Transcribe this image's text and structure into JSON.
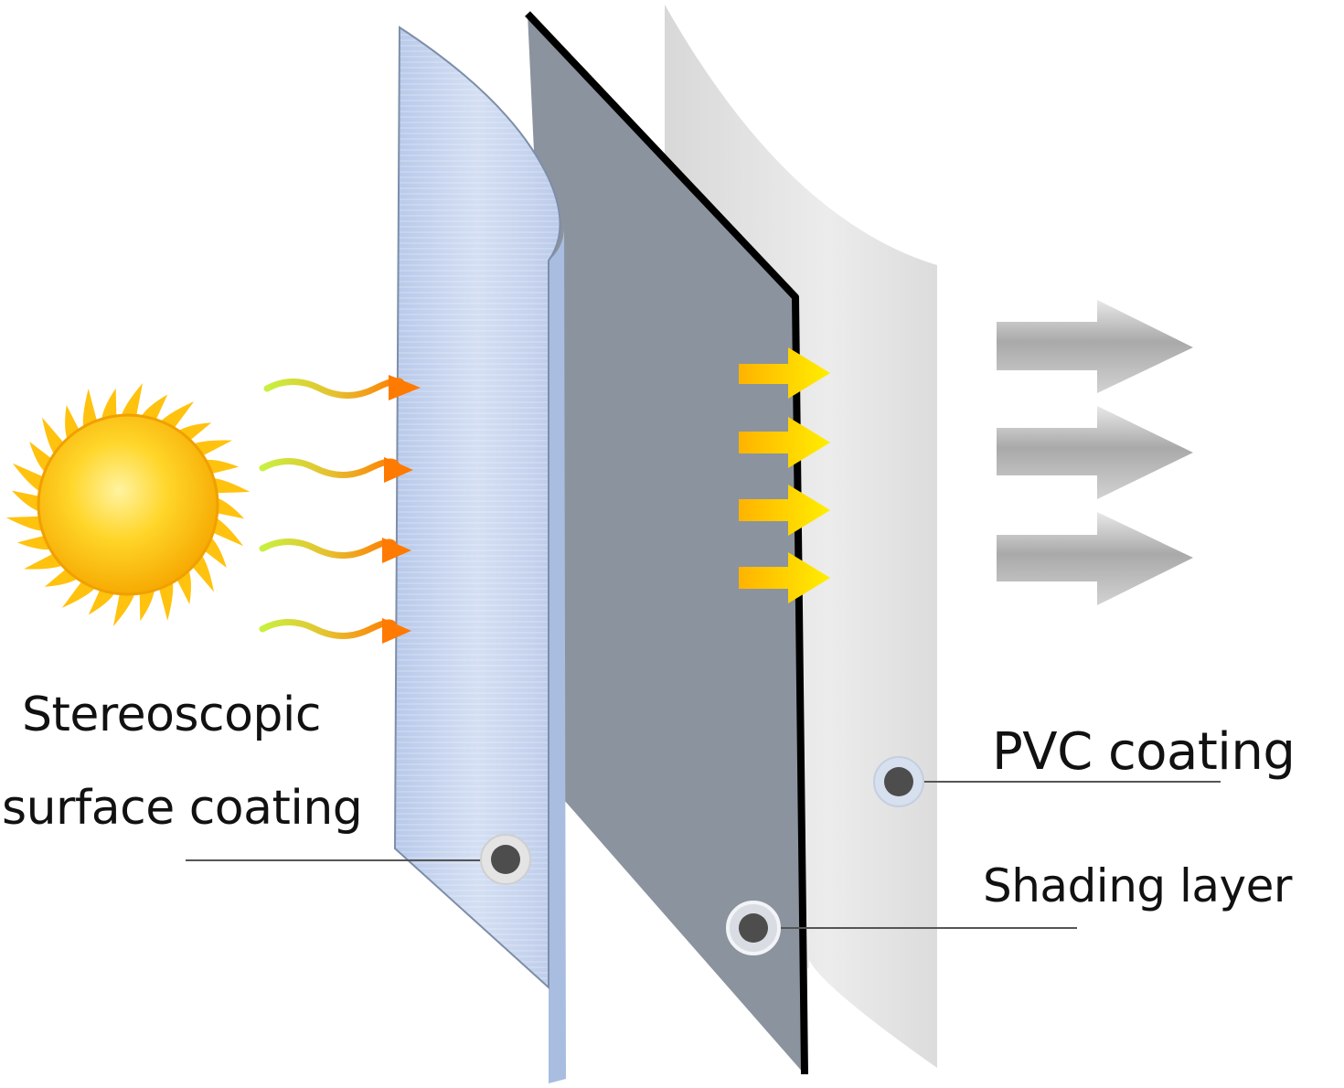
{
  "labels": {
    "stereoscopic_line1": "Stereoscopic",
    "stereoscopic_line2": "surface coating",
    "pvc": "PVC coating",
    "shading": "Shading layer"
  },
  "colors": {
    "sun": "#ffc20e",
    "sun_core": "#ffe066",
    "coating_layer": "#c4d3ee",
    "shading_layer": "#8b939e",
    "shading_edge": "#000000",
    "pvc_layer": "#e4e4e4",
    "heat_arrow_start": "#a6e22a",
    "heat_arrow_end": "#ff7a00",
    "yellow_arrow": "#ffe000",
    "gray_arrow": "#b9b9b9",
    "leader_line": "#555555",
    "marker_dot": "#4d4d4d"
  },
  "icons": {
    "sun": "sun-icon",
    "incoming_heat": "wavy-arrow-icon",
    "reflected_heat": "yellow-arrow-icon",
    "outgoing": "gray-arrow-icon"
  }
}
